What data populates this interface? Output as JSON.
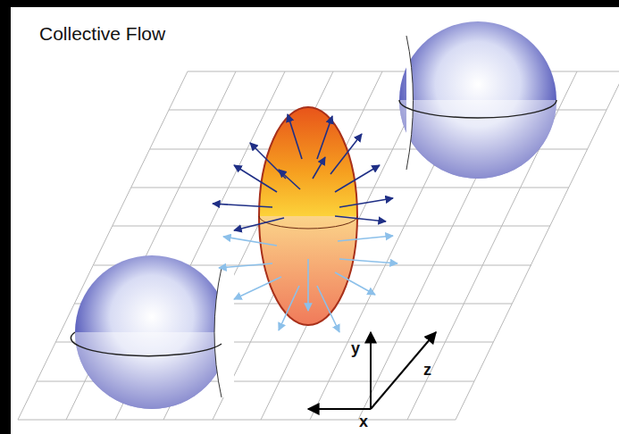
{
  "diagram": {
    "title": "Collective Flow",
    "labels": [
      "y",
      "z",
      "x"
    ]
  }
}
